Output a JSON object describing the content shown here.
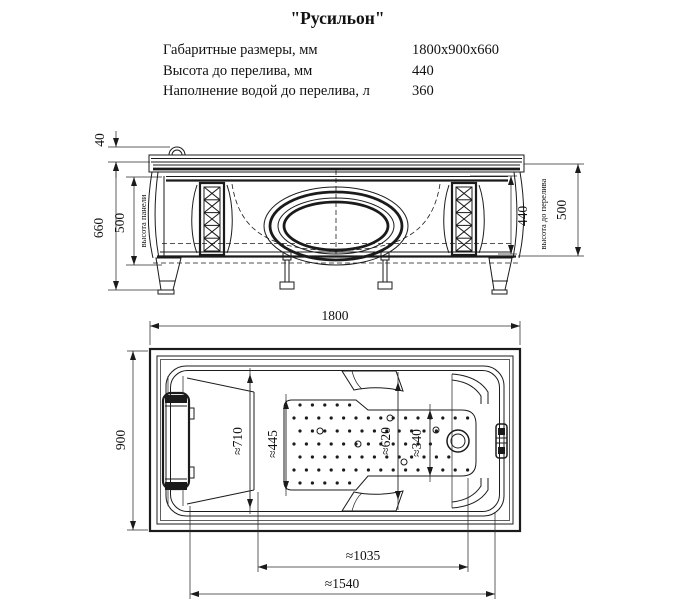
{
  "title": "\"Русильон\"",
  "specs": [
    {
      "label": "Габаритные размеры, мм",
      "value": "1800x900x660"
    },
    {
      "label": "Высота до перелива, мм",
      "value": "440"
    },
    {
      "label": "Наполнение водой до перелива, л",
      "value": "360"
    }
  ],
  "front_view": {
    "dim_top": "40",
    "dim_height": "660",
    "dim_panel": "500",
    "dim_panel_label": "высота панели",
    "dim_overflow": "440",
    "dim_overflow_label": "высота до перелива",
    "dim_right": "500"
  },
  "plan_view": {
    "dim_length": "1800",
    "dim_width": "900",
    "dim_inner_head": "≈710",
    "dim_floor_head": "≈445",
    "dim_inner_mid": "≈620",
    "dim_floor_mid": "≈340",
    "dim_floor_len": "≈1035",
    "dim_inner_len": "≈1540"
  }
}
